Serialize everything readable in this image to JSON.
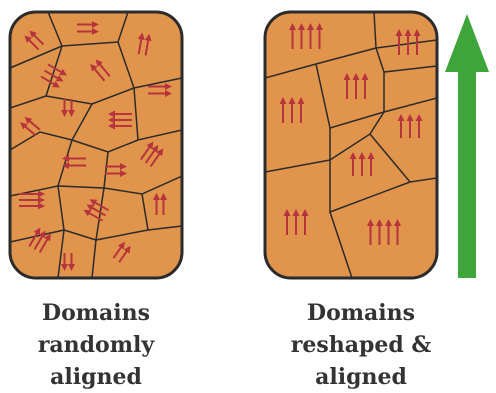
{
  "colors": {
    "domain_fill": "#E0944C",
    "outline": "#2B2B2B",
    "arrow": "#B8343C",
    "field_arrow": "#3DA53A",
    "text": "#333333"
  },
  "captions": {
    "left": [
      "Domains",
      "randomly",
      "aligned"
    ],
    "right": [
      "Domains",
      "reshaped &",
      "aligned"
    ]
  }
}
